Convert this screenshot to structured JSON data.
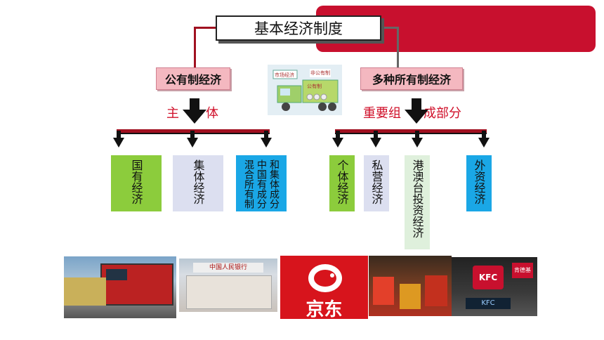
{
  "title": "基本经济制度",
  "left_branch": {
    "label": "公有制经济",
    "role_1": "主",
    "role_2": "体"
  },
  "right_branch": {
    "label": "多种所有制经济",
    "role_1": "重要组",
    "role_2": "成部分"
  },
  "truck": {
    "label_1": "公有制",
    "label_2": "非公有制",
    "label_3": "市场经济"
  },
  "categories": [
    {
      "id": "state",
      "text": "国有经济"
    },
    {
      "id": "collective",
      "text": "集体经济"
    },
    {
      "id": "mixed_col1",
      "text": "混合所有制"
    },
    {
      "id": "mixed_col2",
      "text": "中国有成分"
    },
    {
      "id": "mixed_col3",
      "text": "和集体成分"
    },
    {
      "id": "individual",
      "text": "个体经济"
    },
    {
      "id": "private",
      "text": "私营经济"
    },
    {
      "id": "hkmt",
      "text": "港澳台投资经济"
    },
    {
      "id": "foreign",
      "text": "外资经济"
    }
  ],
  "photos": {
    "bank_sign": "中国人民银行",
    "jd_logo": "京东",
    "kfc_logo": "KFC",
    "kfc_sign": "KFC",
    "store_sign": "肯德基"
  },
  "colors": {
    "banner": "#c8102e",
    "connector": "#a01020",
    "accent_text": "#d0102a"
  }
}
